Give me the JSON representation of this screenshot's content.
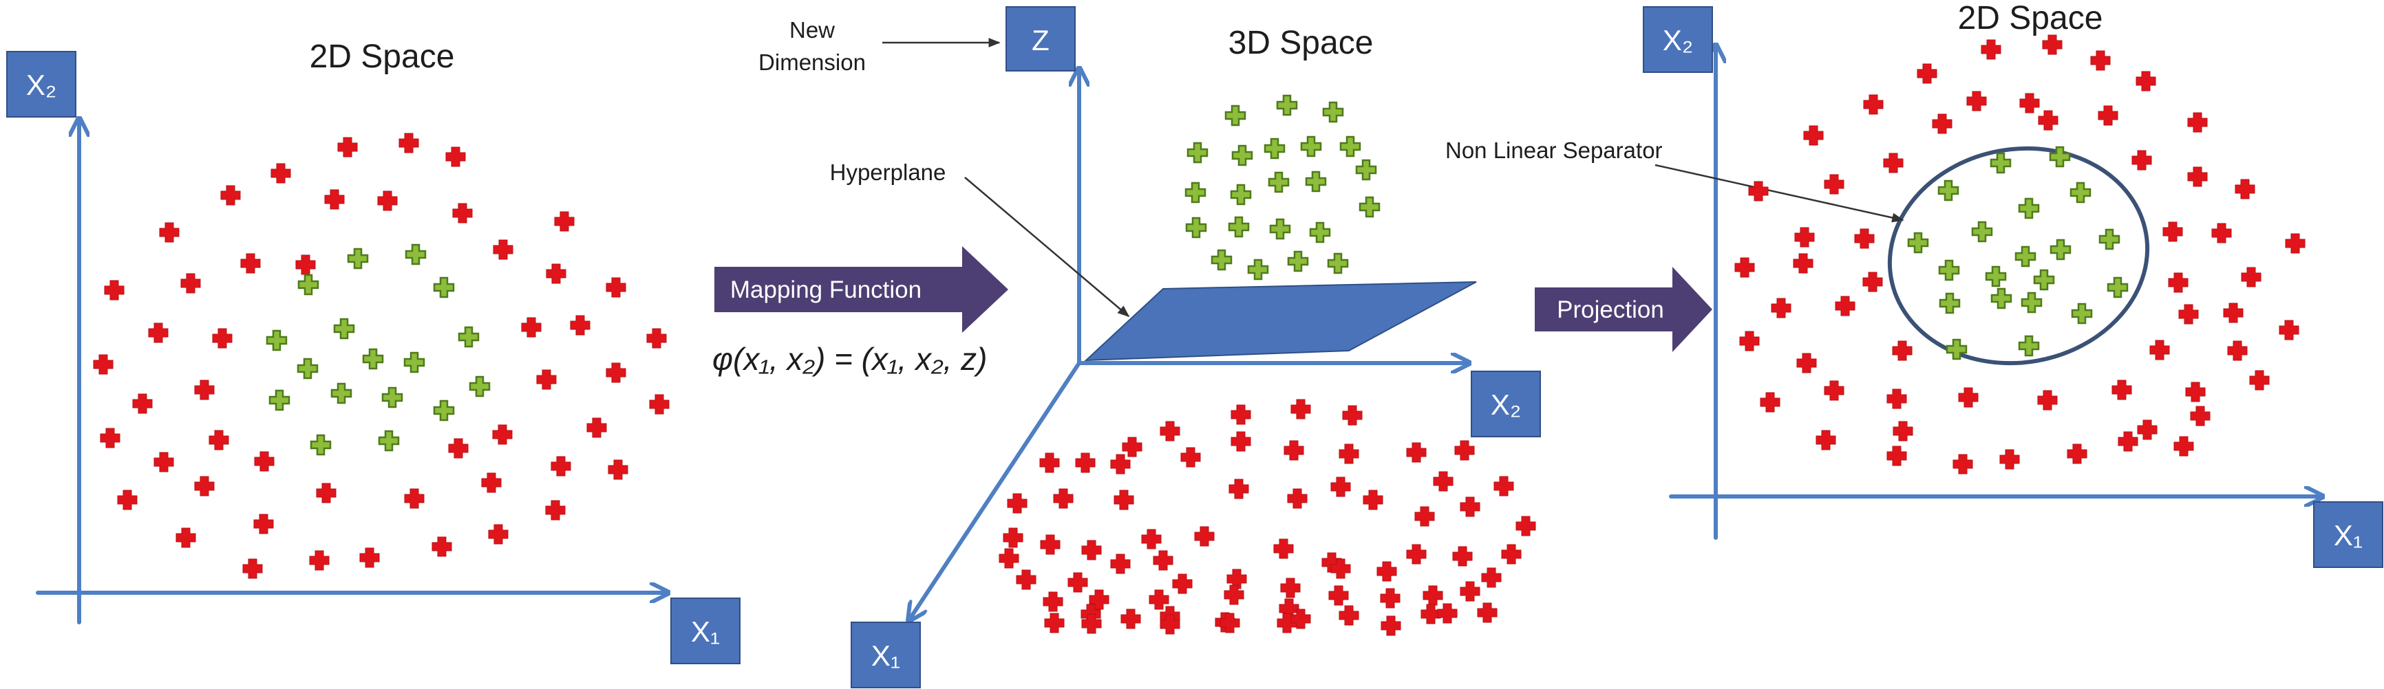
{
  "colors": {
    "axis": "#4f7fc4",
    "axis_box": "#4a73ba",
    "red_marker": "#e0151b",
    "green_marker": "#8dbd3a",
    "arrow_purple": "#4d3f73",
    "hyperplane": "#4a73ba",
    "ellipse": "#3b5176"
  },
  "icons": {
    "red": "red-plus-marker-icon",
    "green": "green-plus-marker-icon"
  },
  "panel_left": {
    "title": "2D Space",
    "x_axis_label": "X₁",
    "y_axis_label": "X₂"
  },
  "mapping": {
    "arrow_label": "Mapping Function",
    "formula": "φ(x₁, x₂) = (x₁, x₂, z)"
  },
  "panel_middle": {
    "title": "3D Space",
    "z_axis_label": "Z",
    "x2_axis_label": "X₂",
    "x1_axis_label": "X₁",
    "new_dimension_line1": "New",
    "new_dimension_line2": "Dimension",
    "hyperplane_label": "Hyperplane"
  },
  "projection": {
    "arrow_label": "Projection"
  },
  "panel_right": {
    "title": "2D Space",
    "x_axis_label": "X₁",
    "y_axis_label": "X₂",
    "separator_label": "Non Linear Separator"
  }
}
